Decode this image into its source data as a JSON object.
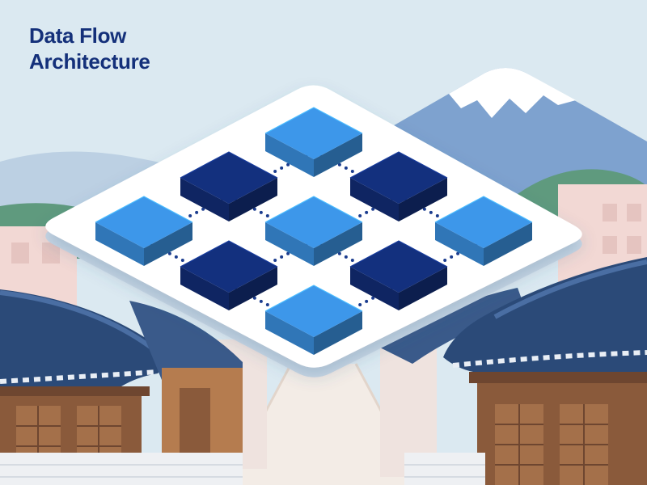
{
  "title": {
    "line1": "Data Flow",
    "line2": "Architecture"
  },
  "colors": {
    "sky": "#dbe9f1",
    "mountain": "#7ea2cf",
    "snow": "#ffffff",
    "platform": "#ffffff",
    "block_light": "#3d97ea",
    "block_dark": "#13307e",
    "connector": "#1c3d8f",
    "roof": "#2b4a78",
    "wood": "#8a5a3b",
    "wall_pink": "#f2d8d4",
    "title": "#14307a"
  },
  "diagram": {
    "grid": "3x3 isometric",
    "blocks": [
      {
        "row": 0,
        "col": 0,
        "tone": "light"
      },
      {
        "row": 0,
        "col": 1,
        "tone": "dark"
      },
      {
        "row": 0,
        "col": 2,
        "tone": "light"
      },
      {
        "row": 1,
        "col": 0,
        "tone": "dark"
      },
      {
        "row": 1,
        "col": 1,
        "tone": "light"
      },
      {
        "row": 1,
        "col": 2,
        "tone": "dark"
      },
      {
        "row": 2,
        "col": 0,
        "tone": "light"
      },
      {
        "row": 2,
        "col": 1,
        "tone": "dark"
      },
      {
        "row": 2,
        "col": 2,
        "tone": "light"
      }
    ],
    "connectors": [
      {
        "from": [
          0,
          0
        ],
        "to": [
          0,
          1
        ]
      },
      {
        "from": [
          0,
          1
        ],
        "to": [
          0,
          2
        ]
      },
      {
        "from": [
          1,
          0
        ],
        "to": [
          1,
          1
        ]
      },
      {
        "from": [
          1,
          1
        ],
        "to": [
          1,
          2
        ]
      },
      {
        "from": [
          2,
          0
        ],
        "to": [
          2,
          1
        ]
      },
      {
        "from": [
          2,
          1
        ],
        "to": [
          2,
          2
        ]
      },
      {
        "from": [
          0,
          0
        ],
        "to": [
          1,
          0
        ]
      },
      {
        "from": [
          1,
          0
        ],
        "to": [
          2,
          0
        ]
      },
      {
        "from": [
          0,
          1
        ],
        "to": [
          1,
          1
        ]
      },
      {
        "from": [
          1,
          1
        ],
        "to": [
          2,
          1
        ]
      },
      {
        "from": [
          0,
          2
        ],
        "to": [
          1,
          2
        ]
      },
      {
        "from": [
          1,
          2
        ],
        "to": [
          2,
          2
        ]
      }
    ]
  }
}
